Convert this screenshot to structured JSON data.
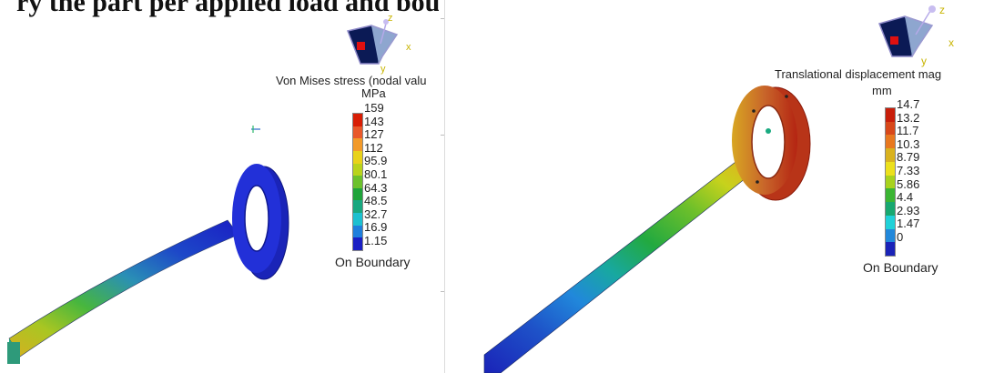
{
  "heading": "ry the part per applied load and boundary conditions",
  "left": {
    "legend_title": "Von Mises stress (nodal valu",
    "unit": "MPa",
    "labels": [
      "159",
      "143",
      "127",
      "112",
      "95.9",
      "80.1",
      "64.3",
      "48.5",
      "32.7",
      "16.9",
      "1.15"
    ],
    "footer": "On Boundary",
    "colors": [
      "#d81e05",
      "#e9582a",
      "#f29a2a",
      "#e9d21a",
      "#b9d31c",
      "#6cc12c",
      "#1fa33a",
      "#18a880",
      "#1cc0d0",
      "#1f7fdc",
      "#1a1fc4"
    ]
  },
  "right": {
    "legend_title": "Translational displacement mag",
    "unit": "mm",
    "labels": [
      "14.7",
      "13.2",
      "11.7",
      "10.3",
      "8.79",
      "7.33",
      "5.86",
      "4.4",
      "2.93",
      "1.47",
      "0"
    ],
    "footer": "On Boundary",
    "colors": [
      "#c81e0a",
      "#d8481a",
      "#e8781f",
      "#d9b21e",
      "#ece01c",
      "#a8d21d",
      "#3bb533",
      "#18a870",
      "#20d1d8",
      "#2188db",
      "#1a23b8"
    ]
  },
  "triad": {
    "axis_z": "z",
    "axis_x": "x",
    "axis_y": "y"
  }
}
